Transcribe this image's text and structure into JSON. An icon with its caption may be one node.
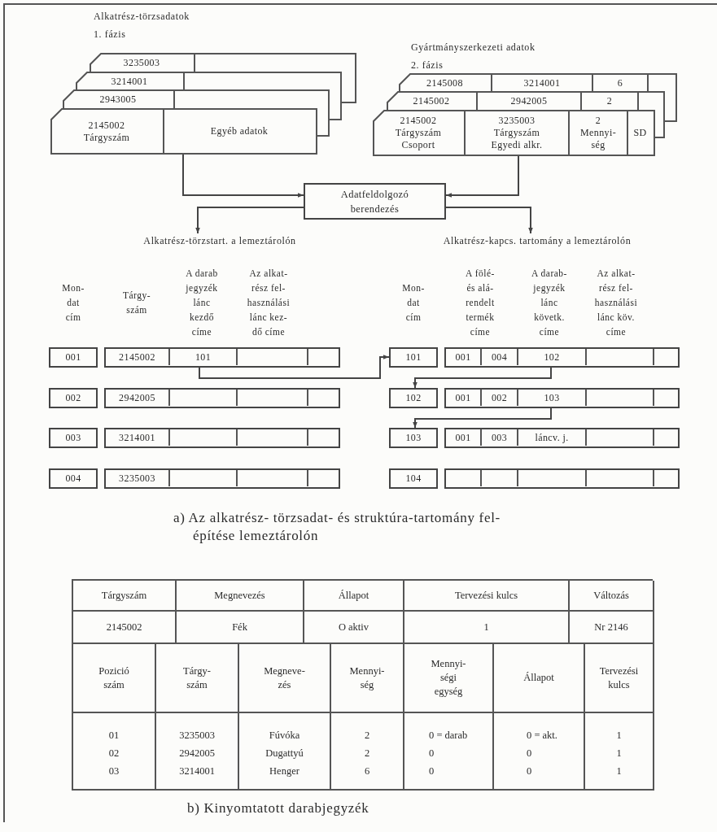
{
  "diagram": {
    "nodes": [
      {
        "text": [
          "3235003"
        ]
      },
      {
        "text": [
          "3214001"
        ]
      },
      {
        "text": [
          "2943005"
        ]
      },
      {
        "text": [
          "2145002 Tárgyszám",
          "Egyéb adatok"
        ]
      },
      {
        "text": [
          "2145008",
          "3214001",
          "6"
        ]
      },
      {
        "text": [
          "2145002",
          "2942005",
          "2"
        ]
      },
      {
        "text": [
          "2145002 Tárgyszám Csoport",
          "3235003 Tárgyszám Egyedi alkr.",
          "2 Mennyi- ség",
          "SD"
        ]
      },
      {
        "text": [
          "Adatfeldolgozó berendezés"
        ]
      },
      {
        "text": [
          "Alkatrész-törzstart. a lemeztárolón"
        ]
      },
      {
        "text": [
          "Alkatrész-kapcs. tartomány a lemeztárolón"
        ]
      },
      {
        "text": [
          "001"
        ]
      },
      {
        "text": [
          "2145002",
          "101"
        ]
      },
      {
        "text": [
          "101"
        ]
      },
      {
        "text": [
          "001",
          "004",
          "102"
        ]
      },
      {
        "text": [
          "002"
        ]
      },
      {
        "text": [
          "2942005"
        ]
      },
      {
        "text": [
          "102"
        ]
      },
      {
        "text": [
          "001",
          "002",
          "103"
        ]
      },
      {
        "text": [
          "003"
        ]
      },
      {
        "text": [
          "3214001"
        ]
      },
      {
        "text": [
          "103"
        ]
      },
      {
        "text": [
          "001",
          "003",
          "láncv. j."
        ]
      },
      {
        "text": [
          "004"
        ]
      },
      {
        "text": [
          "3235003"
        ]
      },
      {
        "text": [
          "104"
        ]
      },
      {
        "text": [],
        "shape": "box"
      }
    ],
    "edges": [
      {
        "from": 3,
        "to": 7,
        "arrow": "to"
      },
      {
        "from": 6,
        "to": 7,
        "arrow": "to"
      },
      {
        "from": 7,
        "to": 8,
        "arrow": "to"
      },
      {
        "from": 7,
        "to": 9,
        "arrow": "to"
      },
      {
        "from": 11,
        "to": 12,
        "arrow": "to"
      },
      {
        "from": 13,
        "to": 16,
        "arrow": "to"
      },
      {
        "from": 17,
        "to": 20,
        "arrow": "to"
      }
    ],
    "labels": [
      "Alkatrész-törzsadatok",
      "1. fázis",
      "Gyártmányszerkezeti adatok",
      "2. fázis",
      "Mon- dat cím",
      "Tárgy- szám",
      "A darab jegyzék lánc kezdő címe",
      "Az alkat- rész fel- használási lánc kez- dő címe",
      "Mon- dat cím",
      "A fölé- és alá- rendelt termék címe",
      "A darab- jegyzék lánc követk. címe",
      "Az alkat- rész fel- használási lánc köv. címe",
      "a) Az alkatrész- törzsadat- és struktúra-tartomány fel- építése lemeztárolón",
      "Tárgyszám",
      "Megnevezés",
      "Állapot",
      "Tervezési kulcs",
      "Változás",
      "2145002",
      "Fék",
      "O aktiv",
      "1",
      "Nr 2146",
      "Pozició szám",
      "Tárgy- szám",
      "Megneve- zés",
      "Mennyi- ség",
      "Mennyi- ségi egység",
      "Állapot",
      "Tervezési kulcs",
      "01",
      "3235003",
      "Fúvóka",
      "2",
      "0 = darab",
      "0 = akt.",
      "1",
      "02",
      "2942005",
      "Dugattyú",
      "2",
      "0",
      "0",
      "1",
      "03",
      "3214001",
      "Henger",
      "6",
      "0",
      "0",
      "1",
      "b) Kinyomtatott darabjegyzék"
    ]
  }
}
